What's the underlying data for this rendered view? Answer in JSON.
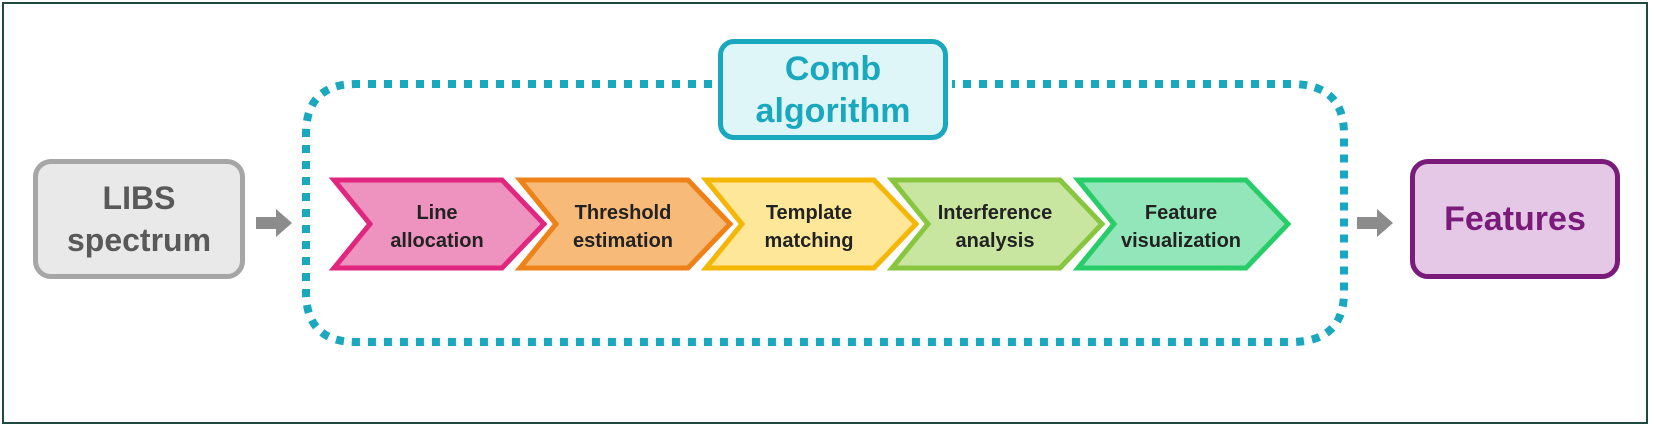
{
  "diagram": {
    "input": {
      "line1": "LIBS",
      "line2": "spectrum"
    },
    "algorithm": {
      "line1": "Comb",
      "line2": "algorithm"
    },
    "output": {
      "label": "Features"
    },
    "stages": [
      {
        "line1": "Line",
        "line2": "allocation",
        "fill": "#ee93bf",
        "stroke": "#e0267e"
      },
      {
        "line1": "Threshold",
        "line2": "estimation",
        "fill": "#f8ba79",
        "stroke": "#ee8117"
      },
      {
        "line1": "Template",
        "line2": "matching",
        "fill": "#ffe79a",
        "stroke": "#f5b707"
      },
      {
        "line1": "Interference",
        "line2": "analysis",
        "fill": "#c9e6a1",
        "stroke": "#88c63f"
      },
      {
        "line1": "Feature",
        "line2": "visualization",
        "fill": "#93e6b9",
        "stroke": "#28cc69"
      }
    ],
    "colors": {
      "frame": "#1f4a3f",
      "dotted_boundary": "#1aa8be",
      "arrow": "#8c8c8c"
    }
  }
}
